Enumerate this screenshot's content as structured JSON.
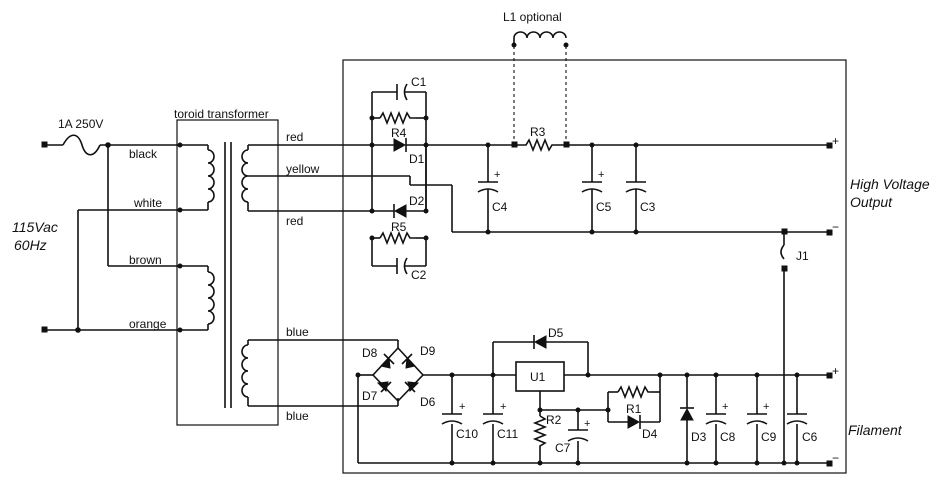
{
  "labels": {
    "fuse": "1A 250V",
    "transformer": "toroid transformer",
    "mains_voltage": "115Vac",
    "mains_freq": "60Hz",
    "inductor": "L1 optional",
    "hv_output_line1": "High Voltage",
    "hv_output_line2": "Output",
    "filament": "Filament",
    "jumper": "J1",
    "plus": "+",
    "minus": "−"
  },
  "wires": {
    "black": "black",
    "white": "white",
    "brown": "brown",
    "orange": "orange",
    "red_top": "red",
    "yellow": "yellow",
    "red_bottom": "red",
    "blue_top": "blue",
    "blue_bottom": "blue"
  },
  "components": {
    "C1": "C1",
    "C2": "C2",
    "C3": "C3",
    "C4": "C4",
    "C5": "C5",
    "C6": "C6",
    "C7": "C7",
    "C8": "C8",
    "C9": "C9",
    "C10": "C10",
    "C11": "C11",
    "R1": "R1",
    "R2": "R2",
    "R3": "R3",
    "R4": "R4",
    "R5": "R5",
    "D1": "D1",
    "D2": "D2",
    "D3": "D3",
    "D4": "D4",
    "D5": "D5",
    "D6": "D6",
    "D7": "D7",
    "D8": "D8",
    "D9": "D9",
    "U1": "U1"
  }
}
